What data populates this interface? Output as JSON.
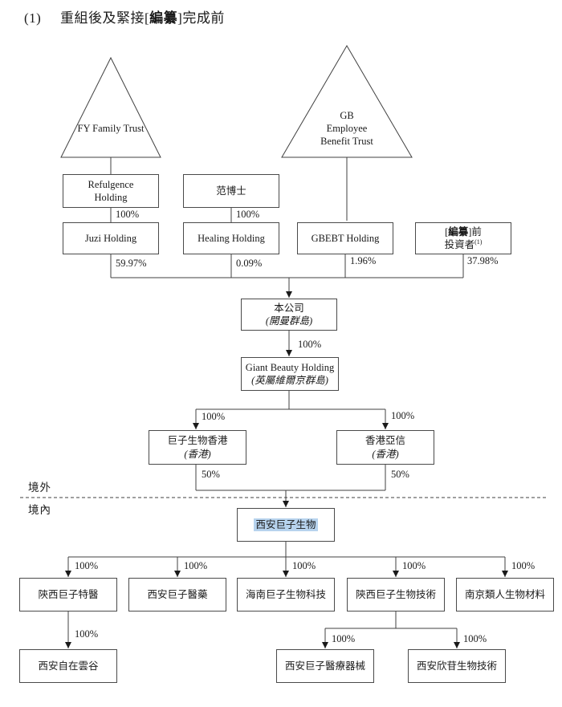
{
  "title": {
    "number": "(1)",
    "pre": "重組後及緊接[",
    "redacted": "編纂",
    "post": "]完成前"
  },
  "regions": {
    "offshore": "境外",
    "onshore": "境內"
  },
  "trusts": {
    "fy": {
      "label": "FY Family Trust"
    },
    "gb": {
      "line1": "GB",
      "line2": "Employee",
      "line3": "Benefit Trust"
    }
  },
  "nodes": {
    "refulgence": {
      "line1": "Refulgence",
      "line2": "Holding"
    },
    "dr_fan": {
      "label": "范博士"
    },
    "juzi": {
      "label": "Juzi Holding"
    },
    "healing": {
      "label": "Healing Holding"
    },
    "gbebt": {
      "label": "GBEBT Holding"
    },
    "pre_investors": {
      "l1_pre": "[",
      "l1_redacted": "編纂",
      "l1_post": "]前",
      "l2": "投資者",
      "l2_sup": "(1)"
    },
    "company": {
      "line1": "本公司",
      "line2": "(開曼群島)"
    },
    "giant_beauty": {
      "line1": "Giant Beauty Holding",
      "line2": "(英屬維爾京群島)"
    },
    "juzi_hk": {
      "line1": "巨子生物香港",
      "line2": "(香港)"
    },
    "hk_yaxin": {
      "line1": "香港亞信",
      "line2": "(香港)"
    },
    "xian_juzi": {
      "label": "西安巨子生物"
    },
    "shaanxi_teyi": {
      "label": "陝西巨子特醫"
    },
    "xian_yiyao": {
      "label": "西安巨子醫藥"
    },
    "hainan_juzi": {
      "label": "海南巨子生物科技"
    },
    "shaanxi_tech": {
      "label": "陝西巨子生物技術"
    },
    "nanjing_leiren": {
      "label": "南京類人生物材料"
    },
    "xian_yungu": {
      "label": "西安自在雲谷"
    },
    "xian_medical": {
      "label": "西安巨子醫療器械"
    },
    "xian_xingan": {
      "label": "西安欣苷生物技術"
    }
  },
  "percentages": {
    "p_refulgence_juzi": "100%",
    "p_fan_healing": "100%",
    "p_juzi": "59.97%",
    "p_healing": "0.09%",
    "p_gbebt": "1.96%",
    "p_investors": "37.98%",
    "p_company_gb": "100%",
    "p_gb_juzihk": "100%",
    "p_gb_hkyaxin": "100%",
    "p_juzihk": "50%",
    "p_hkyaxin": "50%",
    "p_sub1": "100%",
    "p_sub2": "100%",
    "p_sub3": "100%",
    "p_sub4": "100%",
    "p_sub5": "100%",
    "p_teyi_yungu": "100%",
    "p_tech_medical": "100%",
    "p_tech_xingan": "100%"
  },
  "colors": {
    "line": "#404040",
    "box_border": "#4a4a4a",
    "highlight_bg": "#b7d3ee",
    "text": "#1a1a1a"
  }
}
